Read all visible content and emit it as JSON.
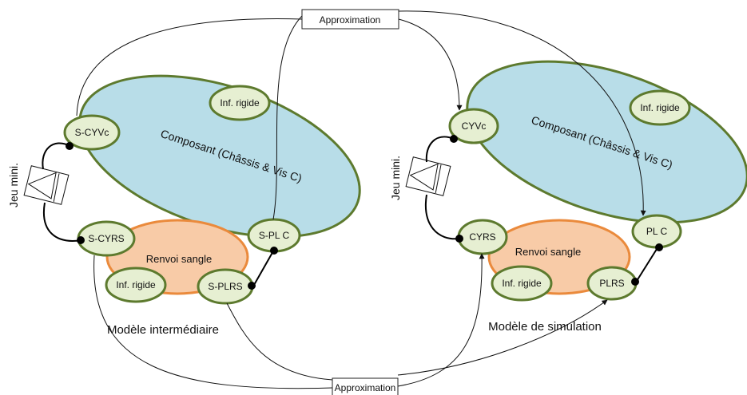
{
  "approx_top": "Approximation",
  "approx_bottom": "Approximation",
  "left": {
    "component": "Composant (Châssis & Vis C)",
    "renvoi": "Renvoi sangle",
    "inf_rigide_top": "Inf. rigide",
    "inf_rigide_bottom": "Inf. rigide",
    "cyv": "S-CYVc",
    "cyrs": "S-CYRS",
    "plc": "S-PL C",
    "plrs": "S-PLRS",
    "jeu": "Jeu mini.",
    "caption": "Modèle intermédiaire"
  },
  "right": {
    "component": "Composant (Châssis & Vis C)",
    "renvoi": "Renvoi sangle",
    "inf_rigide_top": "Inf. rigide",
    "inf_rigide_bottom": "Inf. rigide",
    "cyv": "CYVc",
    "cyrs": "CYRS",
    "plc": "PL C",
    "plrs": "PLRS",
    "jeu": "Jeu mini.",
    "caption": "Modèle de simulation"
  }
}
